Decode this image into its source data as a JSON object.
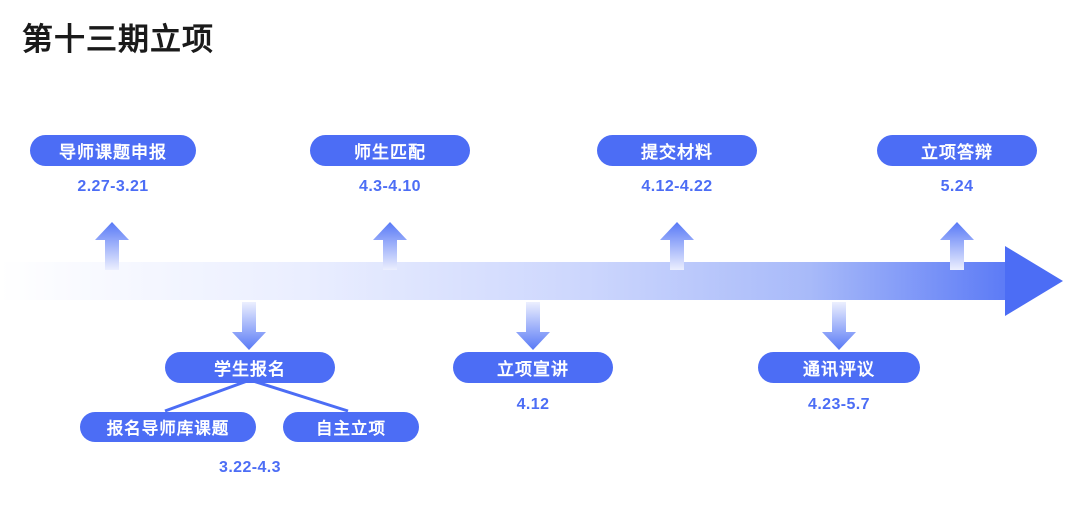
{
  "title": "第十三期立项",
  "colors": {
    "pill": "#4c6df5",
    "date_text": "#4c6df5",
    "arrow_dark": "#4c6df5",
    "arrow_light": "#fdfdff",
    "title_text": "#1a1a1a"
  },
  "timeline": {
    "direction": "left-to-right",
    "arrowhead": "right"
  },
  "milestones_top": [
    {
      "label": "导师课题申报",
      "date": "2.27-3.21"
    },
    {
      "label": "师生匹配",
      "date": "4.3-4.10"
    },
    {
      "label": "提交材料",
      "date": "4.12-4.22"
    },
    {
      "label": "立项答辩",
      "date": "5.24"
    }
  ],
  "milestones_bottom": [
    {
      "label": "学生报名",
      "date": "3.22-4.3",
      "children": [
        {
          "label": "报名导师库课题"
        },
        {
          "label": "自主立项"
        }
      ]
    },
    {
      "label": "立项宣讲",
      "date": "4.12"
    },
    {
      "label": "通讯评议",
      "date": "4.23-5.7"
    }
  ]
}
